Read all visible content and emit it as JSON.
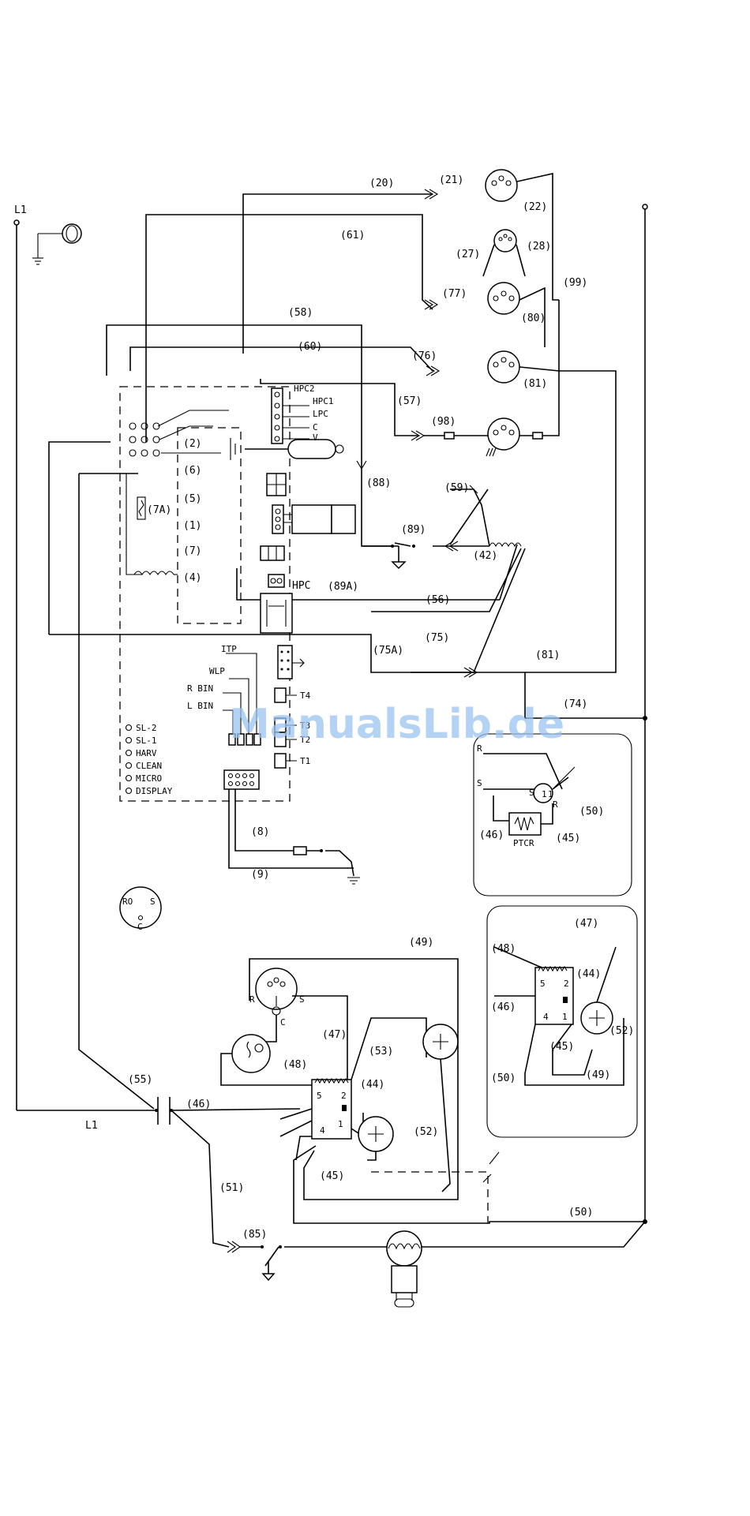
{
  "watermark": "ManualsLib.de",
  "supply": {
    "l1_top": "L1",
    "l1_bottom": "L1"
  },
  "wires": {
    "w20": "(20)",
    "w21": "(21)",
    "w22": "(22)",
    "w61": "(61)",
    "w27": "(27)",
    "w28": "(28)",
    "w99": "(99)",
    "w77": "(77)",
    "w80": "(80)",
    "w58": "(58)",
    "w60": "(60)",
    "w76": "(76)",
    "w81a": "(81)",
    "w57": "(57)",
    "w98": "(98)",
    "w88": "(88)",
    "w59": "(59)",
    "w89": "(89)",
    "w42": "(42)",
    "w89a": "(89A)",
    "w56": "(56)",
    "w75": "(75)",
    "w75a": "(75A)",
    "w81b": "(81)",
    "w74": "(74)",
    "w8": "(8)",
    "w9": "(9)",
    "w49a": "(49)",
    "w47a": "(47)",
    "w53": "(53)",
    "w48a": "(48)",
    "w44a": "(44)",
    "w52a": "(52)",
    "w45a": "(45)",
    "w55": "(55)",
    "w46a": "(46)",
    "w51": "(51)",
    "w50a": "(50)",
    "w85": "(85)",
    "w2": "(2)",
    "w6": "(6)",
    "w5": "(5)",
    "w1": "(1)",
    "w7": "(7)",
    "w4": "(4)",
    "w7a": "(7A)"
  },
  "terminals": {
    "hpc2": "HPC2",
    "hpc1": "HPC1",
    "lpc": "LPC",
    "c": "C",
    "v": "V",
    "hpc": "HPC",
    "itp": "ITP",
    "wlp": "WLP",
    "rbin": "R BIN",
    "lbin": "L BIN",
    "t4": "T4",
    "t3": "T3",
    "t2": "T2",
    "t1": "T1"
  },
  "leds": [
    "SL-2",
    "SL-1",
    "HARV",
    "CLEAN",
    "MICRO",
    "DISPLAY"
  ],
  "compressor_plug": {
    "r": "RO",
    "s": "S",
    "c": "C"
  },
  "compressor": {
    "r": "R",
    "s": "S",
    "c": "C"
  },
  "relay_pins": {
    "p5": "5",
    "p2": "2",
    "p1": "1",
    "p4": "4"
  },
  "inset_ptcr": {
    "r": "R",
    "s": "S",
    "ptcr": "PTCR",
    "w50": "(50)",
    "w46": "(46)",
    "w45": "(45)",
    "rr": "R",
    "ss": "S",
    "one": "1",
    "two": "1"
  },
  "inset_relay": {
    "w47": "(47)",
    "w48": "(48)",
    "w44": "(44)",
    "w46": "(46)",
    "w52": "(52)",
    "w45": "(45)",
    "w50": "(50)",
    "w49": "(49)",
    "p5": "5",
    "p2": "2",
    "p4": "4",
    "p1": "1"
  }
}
